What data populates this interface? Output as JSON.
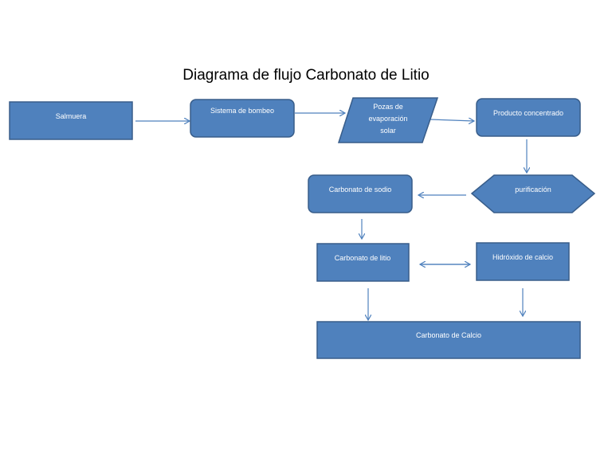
{
  "title": "Diagrama de flujo Carbonato de Litio",
  "colors": {
    "node_fill": "#4F81BD",
    "node_stroke": "#385D8A",
    "arrow": "#4F81BD",
    "text": "#FFFFFF"
  },
  "nodes": {
    "salmuera": {
      "label": "Salmuera"
    },
    "bombeo": {
      "label": "Sistema de bombeo"
    },
    "pozas": {
      "lines": [
        "Pozas de",
        "evaporación",
        "solar"
      ]
    },
    "producto": {
      "label": "Producto concentrado"
    },
    "purificacion": {
      "label": "purificación"
    },
    "sodio": {
      "label": "Carbonato de sodio"
    },
    "litio": {
      "label": "Carbonato de litio"
    },
    "hidroxido": {
      "label": "Hidróxido de calcio"
    },
    "calcio": {
      "label": "Carbonato de Calcio"
    }
  }
}
